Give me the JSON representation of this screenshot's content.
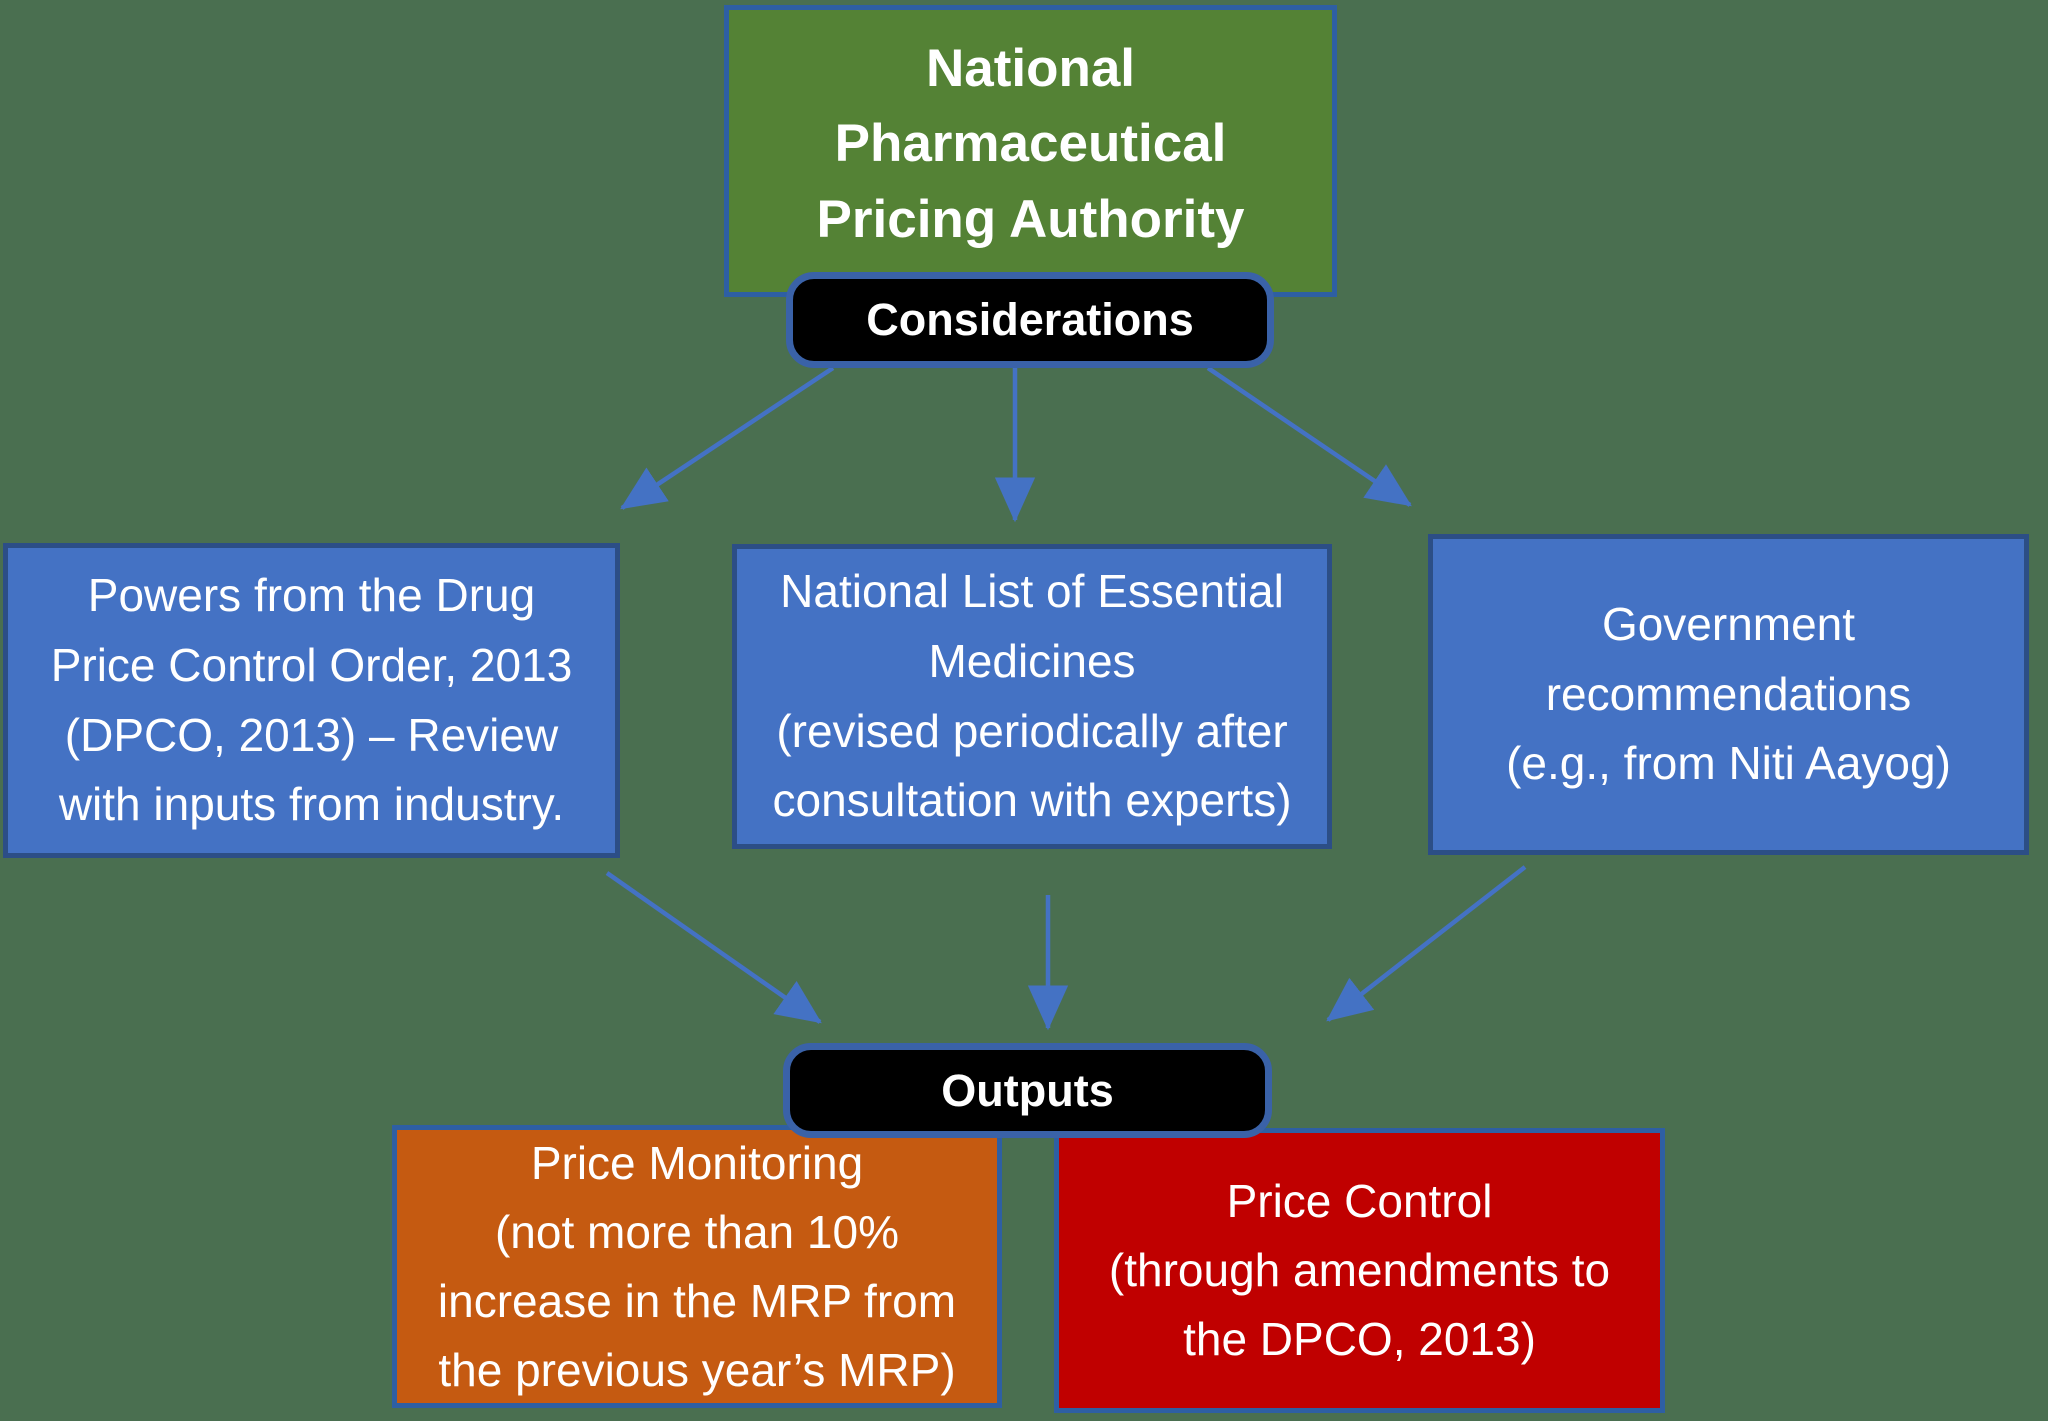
{
  "colors": {
    "background": "#4A6F50",
    "accent_blue": "#4472C4",
    "border_blue": "#2C4E86",
    "pill_border_blue": "#3A62A8",
    "green": "#548235",
    "black": "#000000",
    "orange": "#C55A11",
    "red": "#C00000",
    "text": "#FFFFFF"
  },
  "diagram": {
    "authority_label": "National\nPharmaceutical\nPricing Authority",
    "considerations_label": "Considerations",
    "outputs_label": "Outputs",
    "considerations": [
      {
        "label": "Powers from the Drug\nPrice Control Order, 2013\n(DPCO, 2013) – Review\nwith inputs from industry."
      },
      {
        "label": "National List of Essential\nMedicines\n(revised periodically after\nconsultation with experts)"
      },
      {
        "label": "Government\nrecommendations\n(e.g., from Niti Aayog)"
      }
    ],
    "outputs": [
      {
        "label": "Price Monitoring\n(not more than 10%\nincrease in the MRP from\nthe previous year’s MRP)"
      },
      {
        "label": "Price Control\n(through amendments to\nthe DPCO, 2013)"
      }
    ]
  }
}
